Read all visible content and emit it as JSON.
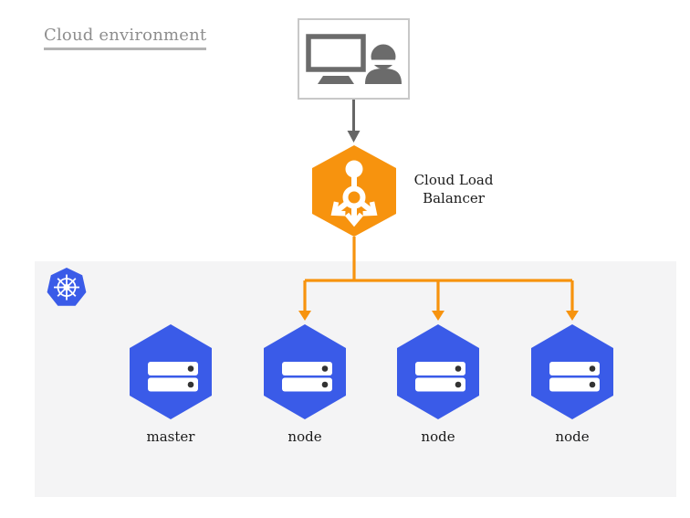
{
  "title": {
    "label": "Cloud environment"
  },
  "workstation": {
    "icon": "monitor-and-user"
  },
  "load_balancer": {
    "label": "Cloud Load Balancer",
    "icon": "load-balancer-hexagon",
    "color": "#F7930E"
  },
  "connectors": {
    "user_to_load_balancer": "gray-down-arrow",
    "load_balancer_to_nodes": "orange-branch-arrows"
  },
  "cluster": {
    "icon": "kubernetes-logo",
    "panel_color": "#F4F4F5",
    "node_color": "#3A5BE8",
    "items": [
      {
        "label": "master",
        "icon": "server-hexagon"
      },
      {
        "label": "node",
        "icon": "server-hexagon"
      },
      {
        "label": "node",
        "icon": "server-hexagon"
      },
      {
        "label": "node",
        "icon": "server-hexagon"
      }
    ]
  },
  "colors": {
    "accent_orange": "#F7930E",
    "node_blue": "#3A5BE8",
    "kubernetes_blue": "#3A5BE8",
    "panel_gray": "#F4F4F5",
    "icon_gray": "#6B6B6B",
    "title_gray": "#8E8E8E",
    "underline_gray": "#B3B3B3",
    "label_black": "#1A1A1A",
    "arrow_gray": "#666666",
    "box_border_gray": "#C8C8C8"
  }
}
